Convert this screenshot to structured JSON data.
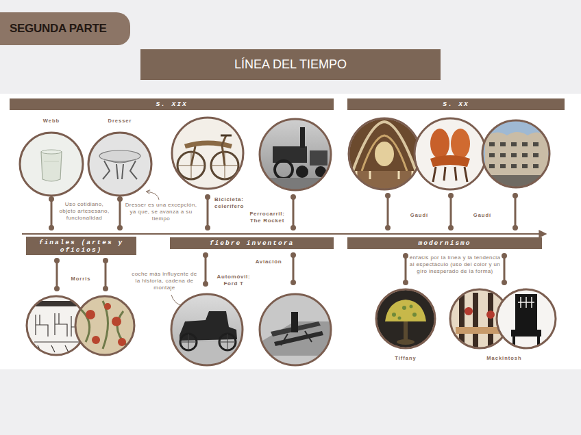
{
  "diagram": {
    "title": "LÍNEA DEL TIEMPO",
    "nodes": [
      {
        "text": [
          "SEGUNDA PARTE"
        ]
      },
      {
        "text": [
          "S. XIX"
        ]
      },
      {
        "text": [
          "S. XX"
        ]
      },
      {
        "text": [
          "finales (artes y oficios)"
        ]
      },
      {
        "text": [
          "fiebre inventora"
        ]
      },
      {
        "text": [
          "modernismo"
        ]
      }
    ],
    "labels": [
      "Webb",
      "Dresser",
      "Uso cotidiano, objeto artesesano, funcionalidad",
      "Dresser es una excepción, ya que, se avanza a su tiempo",
      "Bicicleta: celerífero",
      "Ferrocarril: The Rocket",
      "Gaudí",
      "Gaudí",
      "Morris",
      "Aviación",
      "coche más influyente de la historia, cadena de montaje",
      "Automóvil: Ford T",
      "énfasis por la línea y la tendencia al espectáculo (uso del color y un giro inesperado de la forma)",
      "Tiffany",
      "Mackintosh"
    ]
  }
}
